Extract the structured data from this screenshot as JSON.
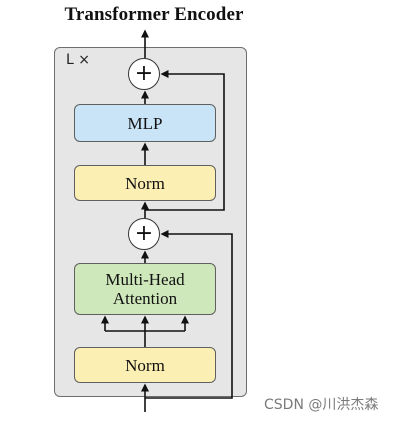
{
  "diagram": {
    "title": "Transformer Encoder",
    "repeat_label": "L ×",
    "blocks": {
      "mlp": "MLP",
      "norm_top": "Norm",
      "attention": "Multi-Head\nAttention",
      "norm_bottom": "Norm"
    },
    "add_symbol": "+",
    "colors": {
      "container": "#e6e6e6",
      "mlp": "#c8e4f6",
      "norm": "#fcefb4",
      "attention": "#cfe8bb"
    }
  },
  "watermark": "CSDN @川洪杰森"
}
